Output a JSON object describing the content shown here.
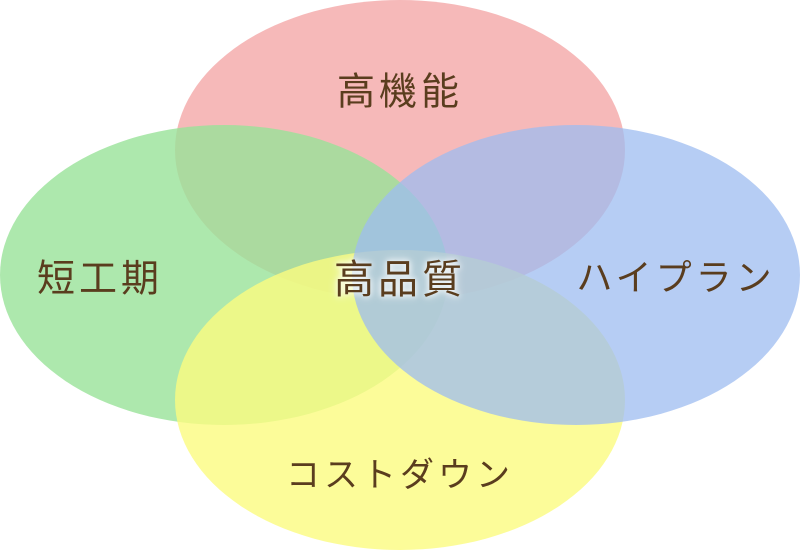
{
  "title": "高品質",
  "circles": [
    {
      "label": "高機能",
      "color": "#f4a8a8"
    },
    {
      "label": "短工期",
      "color": "#98e298"
    },
    {
      "label": "ハイプラン",
      "color": "#9dbcf0"
    },
    {
      "label": "コストダウン",
      "color": "#fbfb80"
    }
  ],
  "text_color": "#5a3d1e"
}
